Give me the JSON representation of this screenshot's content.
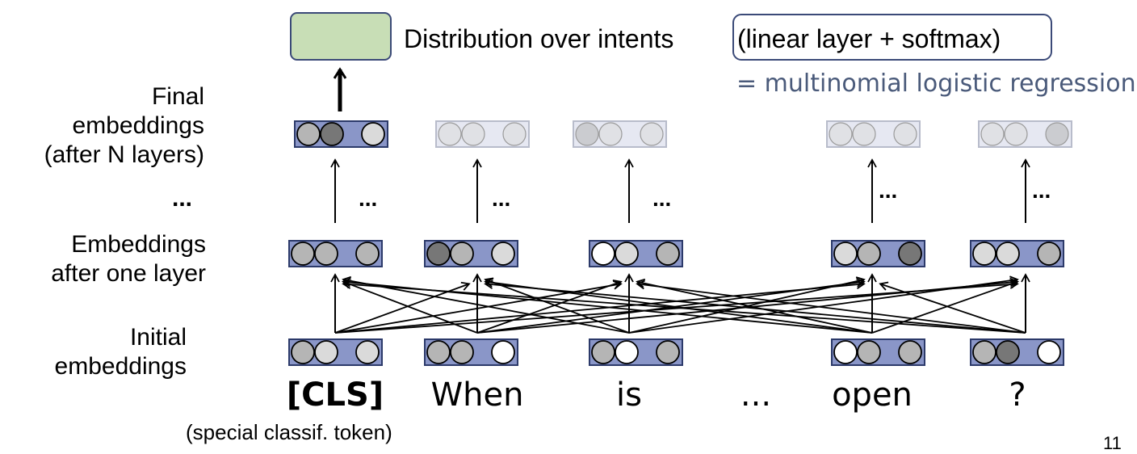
{
  "output": {
    "text": "Distribution over intents",
    "boxed_text": "(linear layer + softmax)",
    "note": "= multinomial logistic regression",
    "box_color": "#c8deb6"
  },
  "row_labels": {
    "final": [
      "Final",
      "embeddings",
      "(after N layers)"
    ],
    "ellipsis": "...",
    "after_one": [
      "Embeddings",
      "after one layer"
    ],
    "initial": [
      "Initial",
      "embeddings"
    ]
  },
  "tokens": [
    "[CLS]",
    "When",
    "is",
    "...",
    "open",
    "?"
  ],
  "cls_note": "(special classif. token)",
  "ellipsis_dots": "...",
  "page_number": "11",
  "colors": {
    "embedding_box": "#8a96c8",
    "embedding_box_faded": "#e6e8f2",
    "circle_white": "#ffffff",
    "circle_light": "#dadada",
    "circle_mid": "#b5b5b5",
    "circle_dark": "#777777",
    "note_text": "#4a5a7a"
  }
}
